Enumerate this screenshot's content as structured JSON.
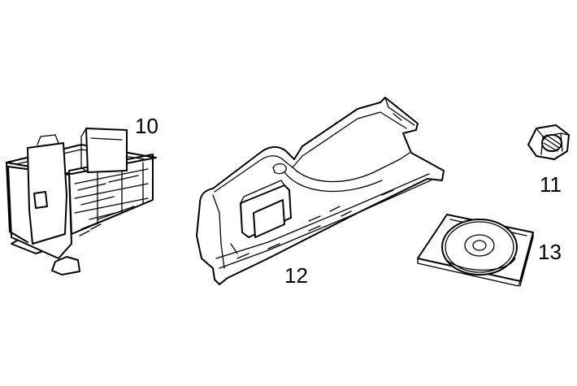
{
  "callouts": {
    "part_10": "10",
    "part_11": "11",
    "part_12": "12",
    "part_13": "13"
  }
}
